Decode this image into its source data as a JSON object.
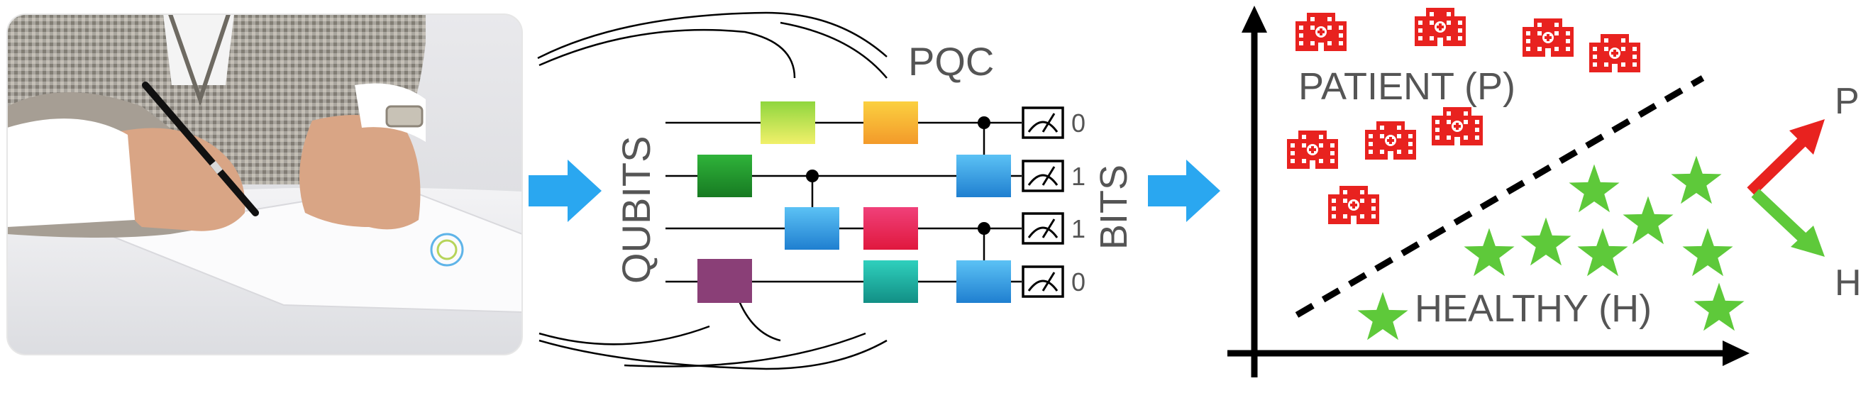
{
  "photo": {
    "subject": "hand-writing-signature-photo"
  },
  "circuit": {
    "title": "PQC",
    "qubits_label": "QUBITS",
    "bits_label": "BITS",
    "bit_values": [
      "0",
      "1",
      "1",
      "0"
    ],
    "gate_colors": {
      "lime": "#b6e05a",
      "orange": "#f7b733",
      "green": "#1f9a2c",
      "blue": "#3b9ee0",
      "pink": "#e8316a",
      "purple": "#8a3f77",
      "teal": "#20b6a4"
    }
  },
  "plot": {
    "class_patient_label": "PATIENT (P)",
    "class_healthy_label": "HEALTHY (H)",
    "axis_label_p": "P",
    "axis_label_h": "H",
    "patient_icon": "hospital-icon",
    "healthy_icon": "star-icon",
    "patient_color": "#e8221f",
    "healthy_color": "#5ec93a"
  },
  "arrow_color": "#2aa7f0"
}
